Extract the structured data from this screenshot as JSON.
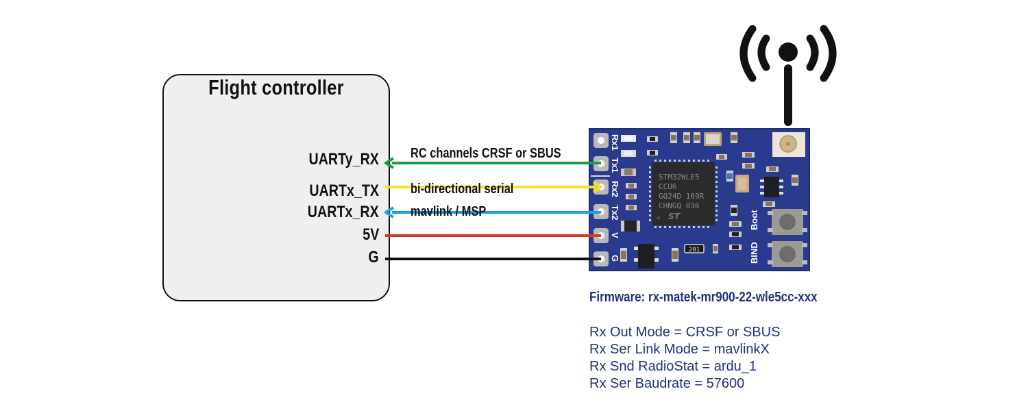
{
  "flight_controller": {
    "title": "Flight controller",
    "pins": [
      {
        "label": "UARTy_RX",
        "wire_color": "#1a9a4a",
        "direction": "to-fc"
      },
      {
        "label": "UARTx_TX",
        "wire_color": "#f5e61a",
        "direction": "to-rx"
      },
      {
        "label": "UARTx_RX",
        "wire_color": "#1e9de0",
        "direction": "to-fc"
      },
      {
        "label": "5V",
        "wire_color": "#d13a24",
        "direction": "none"
      },
      {
        "label": "G",
        "wire_color": "#111111",
        "direction": "none"
      }
    ]
  },
  "wires": {
    "rc_label": "RC channels CRSF or SBUS",
    "serial_label": "bi-directional serial",
    "mavlink_label": "mavlink / MSP"
  },
  "receiver": {
    "pads": [
      "Rx1",
      "Tx1",
      "Rx2",
      "Tx2",
      "V",
      "G"
    ],
    "buttons": [
      "Boot",
      "BIND"
    ],
    "chip_lines": [
      "STM32WLE5",
      "CCU6",
      "GQ24D 169R",
      "CHNGQ 036"
    ],
    "resistor_code": "201",
    "board_color": "#2a3a8c"
  },
  "antenna": {
    "icon": "antenna-signal-icon"
  },
  "firmware": {
    "label": "Firmware: rx-matek-mr900-22-wle5cc-xxx",
    "settings": [
      "Rx Out Mode = CRSF or SBUS",
      "Rx Ser Link Mode = mavlinkX",
      "Rx Snd RadioStat = ardu_1",
      "Rx Ser Baudrate = 57600"
    ],
    "text_color": "#232f7e"
  }
}
